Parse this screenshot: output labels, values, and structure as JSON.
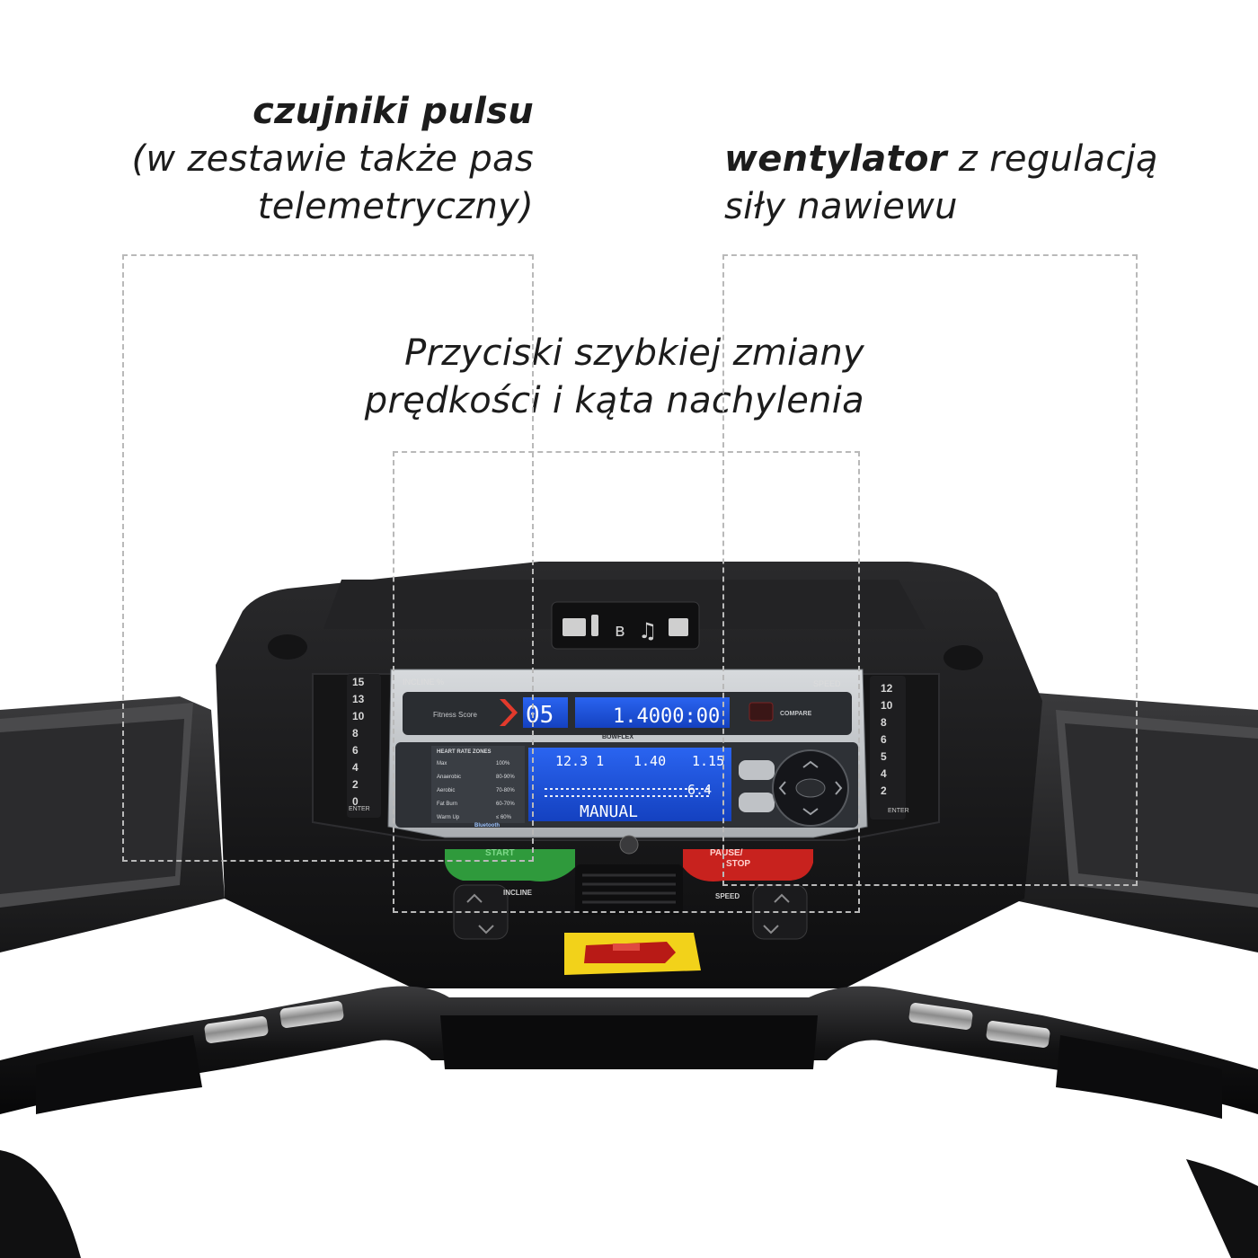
{
  "captions": {
    "pulse": {
      "title": "czujniki pulsu",
      "line2": "(w zestawie także pas",
      "line3": "telemetryczny)"
    },
    "fan": {
      "title": "wentylator",
      "rest": " z regulacją",
      "line2": "siły nawiewu"
    },
    "buttons": {
      "line1": "Przyciski szybkiej zmiany",
      "line2": "prędkości i kąta nachylenia"
    }
  },
  "console": {
    "incline_label": "INCLINE %",
    "speed_label": "SPEED",
    "incline_keys": [
      "15",
      "13",
      "10",
      "8",
      "6",
      "4",
      "2",
      "0"
    ],
    "speed_keys": [
      "12",
      "10",
      "8",
      "6",
      "5",
      "4",
      "2"
    ],
    "enter_left": "ENTER",
    "enter_right": "ENTER",
    "fitness_score_label": "Fitness Score",
    "fitness_score_value": "05",
    "top_distance": "1.40",
    "top_time": "00:00",
    "compare_label": "COMPARE",
    "brand": "BOWFLEX",
    "hr_zones_title": "HEART RATE ZONES",
    "hr_zones": [
      {
        "name": "Max",
        "range": "100%"
      },
      {
        "name": "Anaerobic",
        "range": "80-90%"
      },
      {
        "name": "Aerobic",
        "range": "70-80%"
      },
      {
        "name": "Fat Burn",
        "range": "60-70%"
      },
      {
        "name": "Warm Up",
        "range": "≤ 60%"
      }
    ],
    "lcd_value_1": "12.3 1",
    "lcd_value_2": "1.40",
    "lcd_value_3": "1.15",
    "lcd_value_4": "6.4",
    "lcd_program": "MANUAL",
    "bluetooth_label": "Bluetooth",
    "start_label": "START",
    "pause_label": "PAUSE/",
    "stop_label": "STOP",
    "incline_quick_label": "INCLINE",
    "speed_quick_label": "SPEED"
  },
  "colors": {
    "start": "#2f9a3c",
    "pause": "#c8221e",
    "safety_key": "#f2d21a",
    "lcd": "#1b4fd8"
  }
}
